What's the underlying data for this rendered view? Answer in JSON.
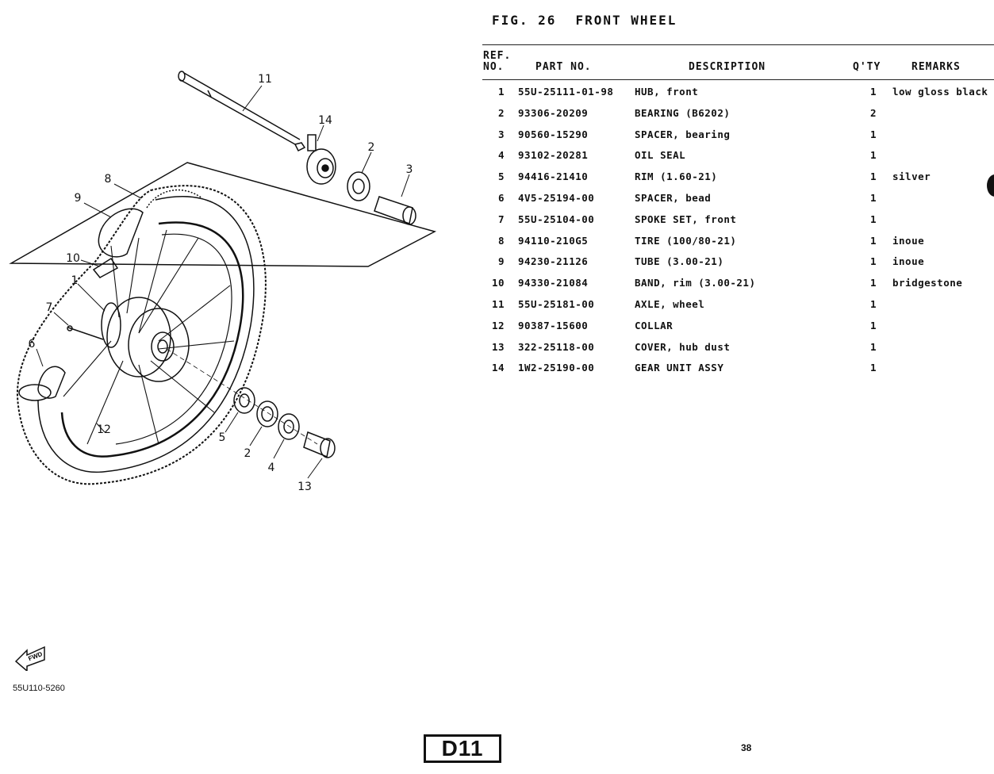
{
  "figure": {
    "label": "FIG. 26",
    "title": "FRONT WHEEL"
  },
  "columns": {
    "ref_line1": "REF.",
    "ref_line2": "NO.",
    "part_no": "PART NO.",
    "description": "DESCRIPTION",
    "qty": "Q'TY",
    "remarks": "REMARKS"
  },
  "parts": [
    {
      "ref": "1",
      "part_no": "55U-25111-01-98",
      "description": "HUB, front",
      "qty": "1",
      "remarks": "low gloss black"
    },
    {
      "ref": "2",
      "part_no": "93306-20209",
      "description": "BEARING (B6202)",
      "qty": "2",
      "remarks": ""
    },
    {
      "ref": "3",
      "part_no": "90560-15290",
      "description": "SPACER, bearing",
      "qty": "1",
      "remarks": ""
    },
    {
      "ref": "4",
      "part_no": "93102-20281",
      "description": "OIL SEAL",
      "qty": "1",
      "remarks": ""
    },
    {
      "ref": "5",
      "part_no": "94416-21410",
      "description": "RIM (1.60-21)",
      "qty": "1",
      "remarks": "silver"
    },
    {
      "ref": "6",
      "part_no": "4V5-25194-00",
      "description": "SPACER, bead",
      "qty": "1",
      "remarks": ""
    },
    {
      "ref": "7",
      "part_no": "55U-25104-00",
      "description": "SPOKE SET, front",
      "qty": "1",
      "remarks": ""
    },
    {
      "ref": "8",
      "part_no": "94110-210G5",
      "description": "TIRE (100/80-21)",
      "qty": "1",
      "remarks": "inoue"
    },
    {
      "ref": "9",
      "part_no": "94230-21126",
      "description": "TUBE (3.00-21)",
      "qty": "1",
      "remarks": "inoue"
    },
    {
      "ref": "10",
      "part_no": "94330-21084",
      "description": "BAND, rim (3.00-21)",
      "qty": "1",
      "remarks": "bridgestone"
    },
    {
      "ref": "11",
      "part_no": "55U-25181-00",
      "description": "AXLE, wheel",
      "qty": "1",
      "remarks": ""
    },
    {
      "ref": "12",
      "part_no": "90387-15600",
      "description": "COLLAR",
      "qty": "1",
      "remarks": ""
    },
    {
      "ref": "13",
      "part_no": "322-25118-00",
      "description": "COVER, hub dust",
      "qty": "1",
      "remarks": ""
    },
    {
      "ref": "14",
      "part_no": "1W2-25190-00",
      "description": "GEAR UNIT ASSY",
      "qty": "1",
      "remarks": ""
    }
  ],
  "diagram": {
    "callouts": [
      "11",
      "14",
      "2",
      "3",
      "8",
      "9",
      "10",
      "1",
      "7",
      "6",
      "5",
      "2",
      "4",
      "13",
      "12"
    ]
  },
  "footer": {
    "code": "55U110-5260",
    "fwd_icon_text": "FWD",
    "page_code": "D11",
    "page_number": "38"
  }
}
